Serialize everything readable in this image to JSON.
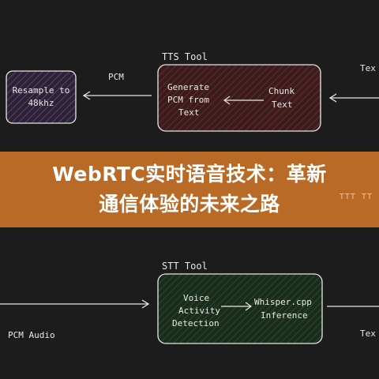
{
  "banner": {
    "title_line1": "WebRTC实时语音技术：革新",
    "title_line2": "通信体验的未来之路",
    "side_label": "TTT TT"
  },
  "diagram_top": {
    "label_left_box": [
      "Resample to",
      "48khz"
    ],
    "label_pcm": "PCM",
    "label_tts_tool": "TTS Tool",
    "label_generate": [
      "Generate",
      "PCM from",
      "Text"
    ],
    "label_chunk": [
      "Chunk",
      "Text"
    ],
    "label_right_edge": "Tex",
    "colors": {
      "left_box": "#3a2a4a",
      "tts_box": "#4a2424"
    }
  },
  "diagram_bottom": {
    "label_stt_tool": "STT Tool",
    "label_vad": [
      "Voice",
      "Activity",
      "Detection"
    ],
    "label_whisper": [
      "Whisper.cpp",
      "Inference"
    ],
    "label_pcm_audio": "PCM Audio",
    "label_right_edge": "Tex",
    "colors": {
      "stt_box": "#1f3a22"
    }
  }
}
